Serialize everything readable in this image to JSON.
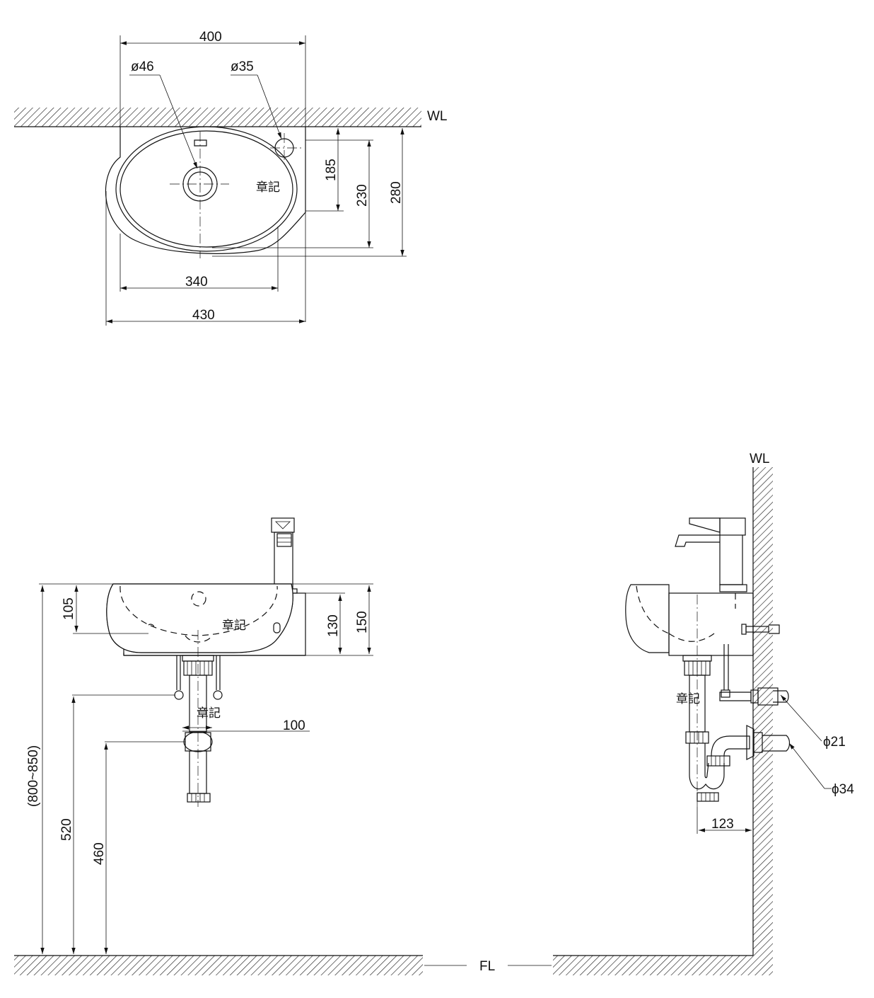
{
  "top_view": {
    "dim_total_width": "400",
    "dim_drain_dia": "ø46",
    "dim_tap_dia": "ø35",
    "wall_label": "WL",
    "dim_185": "185",
    "dim_230": "230",
    "dim_280": "280",
    "dim_340": "340",
    "dim_430": "430",
    "stamp": "章記"
  },
  "front_view": {
    "dim_105": "105",
    "dim_130": "130",
    "dim_150": "150",
    "dim_100": "100",
    "dim_range": "(800~850)",
    "dim_520": "520",
    "dim_460": "460",
    "stamp_basin": "章記",
    "stamp_trap": "章記"
  },
  "side_view": {
    "wall_label": "WL",
    "dim_21": "ϕ21",
    "dim_34": "ϕ34",
    "dim_123": "123",
    "stamp": "章記"
  },
  "floor_label": "FL"
}
